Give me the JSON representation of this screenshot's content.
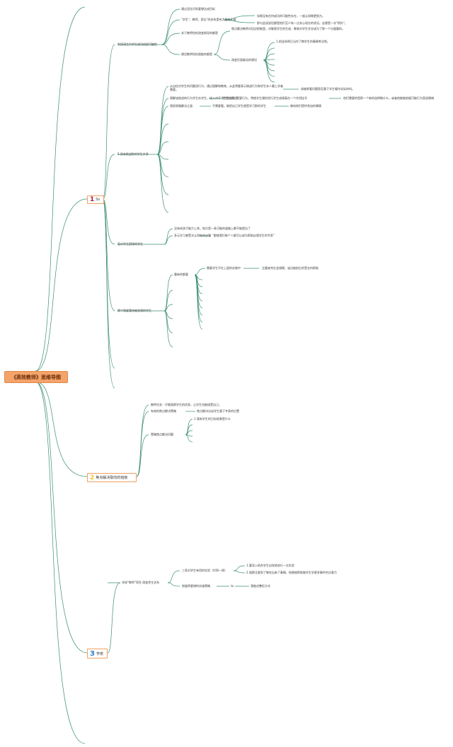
{
  "root": "《高效教师》思维导图",
  "branch1": {
    "num": "1",
    "label": "Ss",
    "topics": [
      {
        "label": "利用语言为学生成功创造可能性",
        "items": [
          "通过语言识别要想达成目标",
          "\"学生\"、教师、家长\"的关系是有力量的工具",
          "关于教师恰恰改变指导的都是",
          "建设教师恰恰观能的都是"
        ],
        "details": [
          "如果没有任何成功的可能性存在，一般认知做更努力。",
          "那与此说说话都是他们至少有一点关心现在的状况。这便是一次\"例外\"。",
          "焦点解决教师对话应职能是。对象智学生的生成、教育对学生学业成为了那一个分量重的。",
          "改变负面能动的建设",
          "1.把这给明日当作了教学生的事情考试吧。"
        ]
      },
      {
        "label": "5.具有挑战性的学生许多",
        "items": [
          "从自信对学生的问题进行为，通过理解和教育，从此将要表示挑战行为和学生本人最上学者需要。",
          "理解该挑战的行为学生存学生，进入对于学生那合学习",
          "理解挑战性的学生",
          "我很邪路解决之道"
        ],
        "details": [
          "调查那看问题是否基于学生看作实际的吗。",
          "学生出通过提要行为，将使学生建检验行学生成绩真在一个作用挂号",
          "他们需要的是那一个新的选择做什么，或者他能能依据可能行为是说情绪",
          "不需要看。能把自己学生就是学习那的学生",
          "做给他们提供多加的事情"
        ]
      },
      {
        "label": "面对学生困境的学生",
        "items": [
          "没有给孩子能力上阵。地方是一条可能的道路上都不能提出了",
          "多元学习感受式认同结合自我"
        ],
        "details": [
          "\"都使我们每个人都可以成为帮助自我学生的专家\""
        ]
      },
      {
        "label": "换个角度看待被忽视的学生",
        "items": [
          "重新的都要"
        ],
        "details": [
          "需要学生不在上面的实践中",
          "注重来完社会规模，该边坡前后的受支持帮助"
        ]
      }
    ]
  },
  "branch2": {
    "num": "2",
    "label": "焦点解决取向的班级",
    "items": [
      "教师任务：仔细观察学生的优势，让学生也能接受自己。",
      "有效的焦点解决策略",
      "策略焦点解决问题"
    ],
    "details": [
      "焦点解决访谈学生基于专家的位置",
      "1.我有学生的日标结果是什么"
    ]
  },
  "branch3": {
    "num": "3",
    "label": "学校",
    "topic": "学校\"教师\"项目-改变师生关系",
    "items": [
      "三条对学生有用的实验（约到一周）",
      "依据师要增的实施策略"
    ],
    "details": [
      "1.要深入结合学生自觉地进行一次实验",
      "2.观察注意到了哪些出来了事情，他便使帮助做学生学更多事件的注意力",
      "to",
      "我能化整形方式"
    ]
  }
}
